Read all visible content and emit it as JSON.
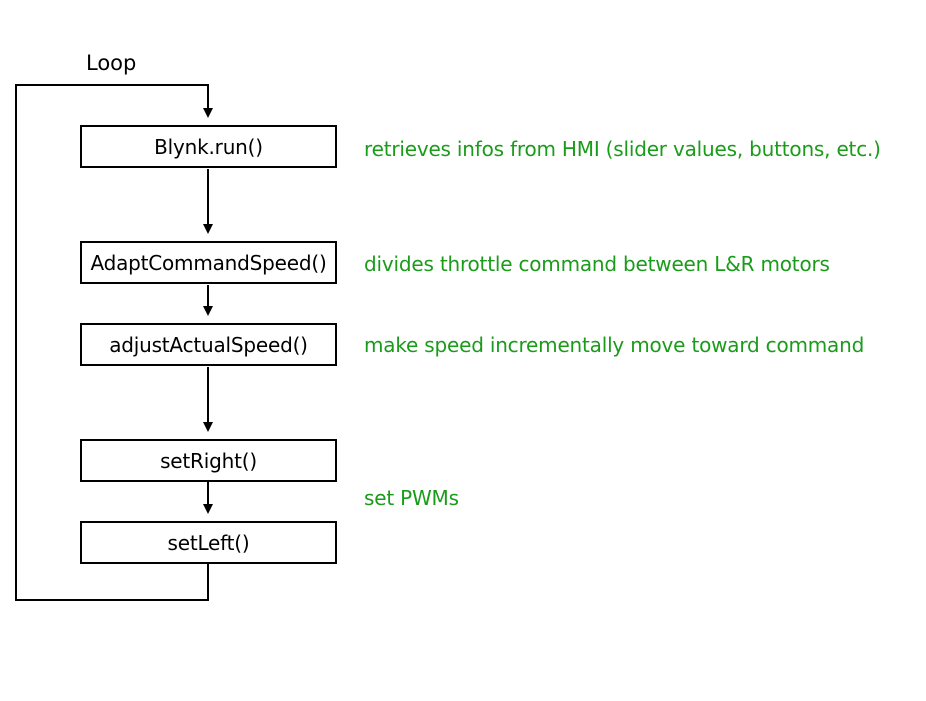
{
  "loop_label": "Loop",
  "colors": {
    "line": "#000000",
    "note": "#1a9c1a"
  },
  "steps": [
    {
      "label": "Blynk.run()",
      "note": "retrieves infos from HMI (slider values, buttons, etc.)"
    },
    {
      "label": "AdaptCommandSpeed()",
      "note": "divides throttle command between L&R motors"
    },
    {
      "label": "adjustActualSpeed()",
      "note": "make speed incrementally move toward command"
    },
    {
      "label": "setRight()",
      "note": ""
    },
    {
      "label": "setLeft()",
      "note": ""
    }
  ],
  "group_note": "set PWMs"
}
